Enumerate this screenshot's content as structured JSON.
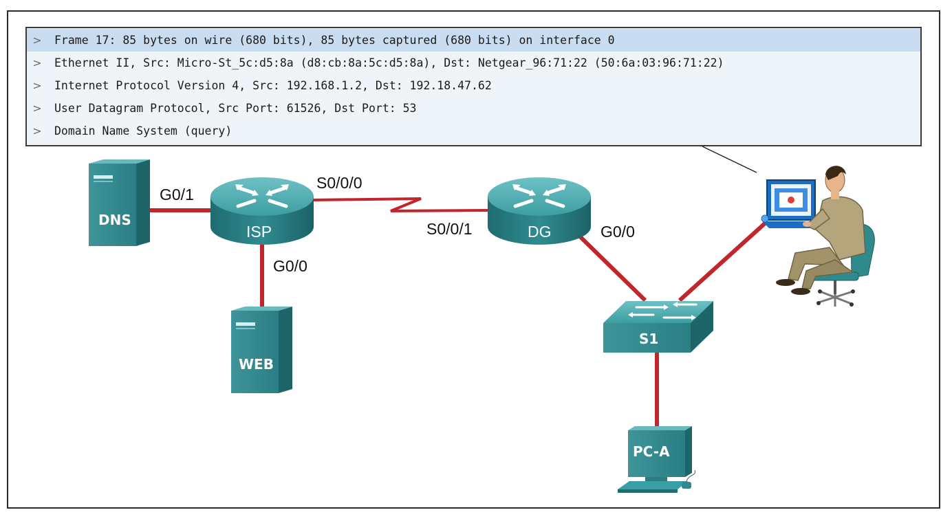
{
  "packet_details": {
    "rows": [
      {
        "text": "Frame 17: 85 bytes on wire (680 bits), 85 bytes captured (680 bits) on interface 0",
        "expander": ">",
        "selected": true
      },
      {
        "text": "Ethernet II, Src: Micro-St_5c:d5:8a (d8:cb:8a:5c:d5:8a), Dst: Netgear_96:71:22 (50:6a:03:96:71:22)",
        "expander": ">",
        "selected": false
      },
      {
        "text": "Internet Protocol Version 4, Src: 192.168.1.2, Dst: 192.18.47.62",
        "expander": ">",
        "selected": false
      },
      {
        "text": "User Datagram Protocol, Src Port: 61526, Dst Port: 53",
        "expander": ">",
        "selected": false
      },
      {
        "text": "Domain Name System (query)",
        "expander": ">",
        "selected": false
      }
    ]
  },
  "devices": {
    "dns": {
      "label": "DNS",
      "icon": "server-icon"
    },
    "web": {
      "label": "WEB",
      "icon": "server-icon"
    },
    "isp": {
      "label": "ISP",
      "icon": "router-icon"
    },
    "dg": {
      "label": "DG",
      "icon": "router-icon"
    },
    "s1": {
      "label": "S1",
      "icon": "switch-icon"
    },
    "pca": {
      "label": "PC-A",
      "icon": "pc-icon"
    },
    "analyst": {
      "icon": "user-at-workstation-icon"
    }
  },
  "interfaces": {
    "isp_g01": "G0/1",
    "isp_g00": "G0/0",
    "isp_s000": "S0/0/0",
    "dg_s001": "S0/0/1",
    "dg_g00": "G0/0"
  },
  "colors": {
    "link": "#c0262b",
    "device_teal": "#2f8a8e",
    "selected_row": "#c9dcf0",
    "panel_bg": "#eef4f7"
  }
}
